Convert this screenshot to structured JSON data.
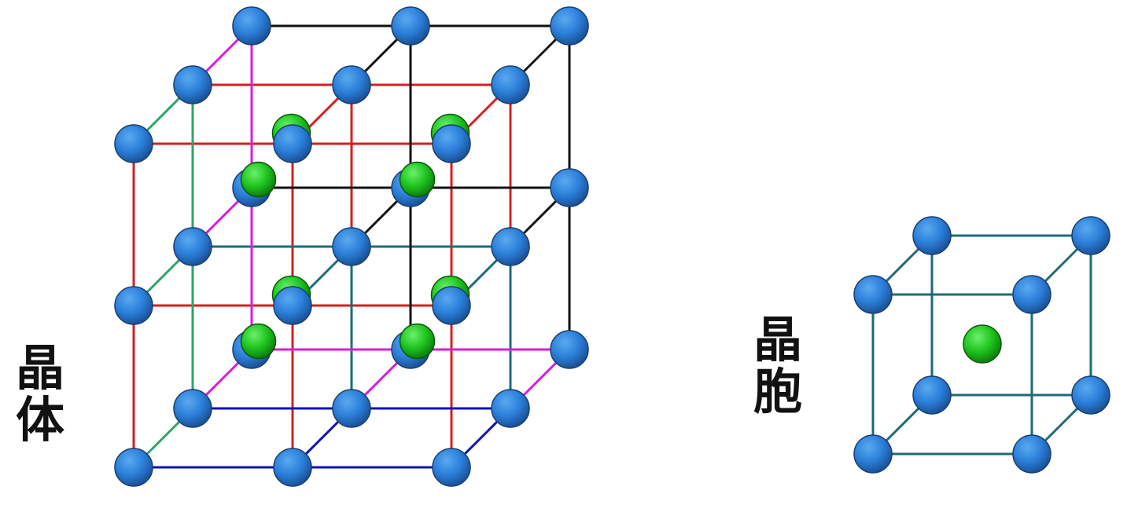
{
  "labels": {
    "crystal": [
      "晶",
      "体"
    ],
    "unit_cell": [
      "晶",
      "胞"
    ]
  },
  "colors": {
    "atom_blue": "#2b7fd9",
    "atom_green": "#1ec41e",
    "edge_black": "#111111",
    "edge_magenta": "#d51fd9",
    "edge_red": "#d42020",
    "edge_green": "#2fa36b",
    "edge_teal": "#1c6c7a",
    "edge_purple": "#8a2be2",
    "edge_blue": "#1010b8",
    "cell_edge": "#1e6b74"
  }
}
